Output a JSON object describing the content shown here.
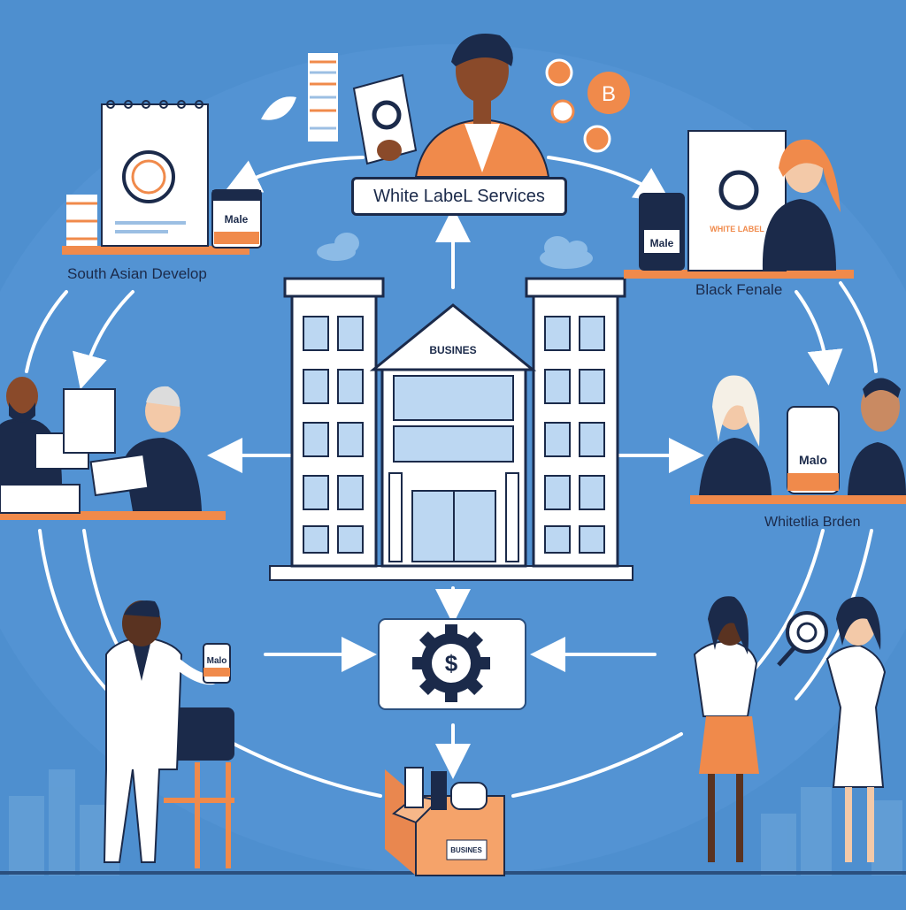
{
  "diagram": {
    "title_label": "White LabeL Services",
    "building_sign": "BUSINES",
    "labels": {
      "top_left": "South Asian Develop",
      "top_right": "Black Fenale",
      "mid_right": "Whitetlia Brden",
      "white_label_stamp": "WHITE LABEL"
    },
    "product_labels": {
      "jar_top_left": "Male",
      "jar_top_right": "Male",
      "jar_mid_right": "Malo",
      "jar_bottom_left": "Malo",
      "box_label": "BUSINES"
    },
    "coin_letter": "B",
    "dollar_glyph": "$",
    "colors": {
      "background": "#4e8fcf",
      "outline": "#1b2a4a",
      "accent": "#f08a4b",
      "panel": "#ffffff"
    }
  }
}
